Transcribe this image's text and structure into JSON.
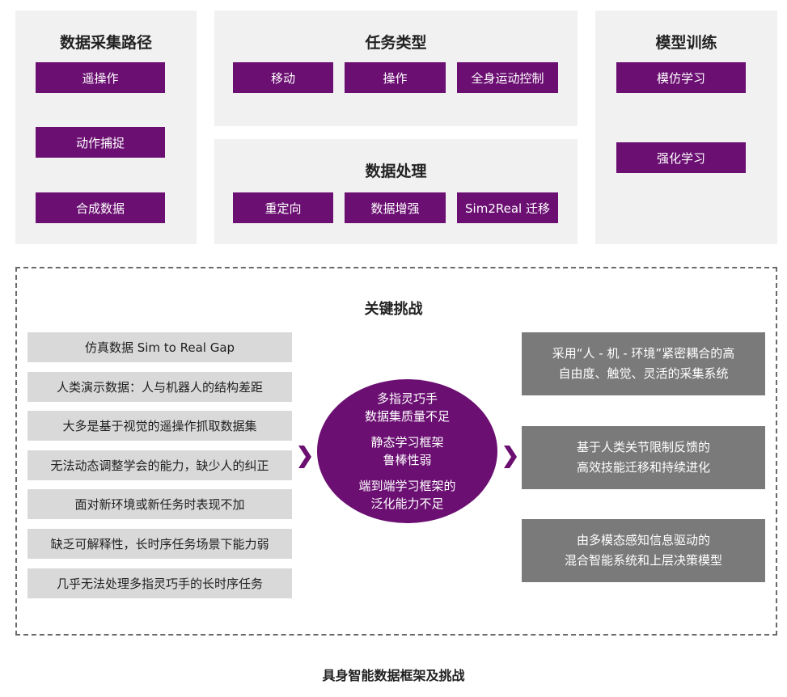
{
  "collection": {
    "title": "数据采集路径",
    "items": [
      "遥操作",
      "动作捕捉",
      "合成数据"
    ]
  },
  "tasks": {
    "title": "任务类型",
    "items": [
      "移动",
      "操作",
      "全身运动控制"
    ]
  },
  "processing": {
    "title": "数据处理",
    "items": [
      "重定向",
      "数据增强",
      "Sim2Real 迁移"
    ]
  },
  "training": {
    "title": "模型训练",
    "items": [
      "模仿学习",
      "强化学习"
    ]
  },
  "challenges": {
    "title": "关键挑战",
    "left": [
      "仿真数据 Sim to Real Gap",
      "人类演示数据：人与机器人的结构差距",
      "大多是基于视觉的遥操作抓取数据集",
      "无法动态调整学会的能力，缺少人的纠正",
      "面对新环境或新任务时表现不加",
      "缺乏可解释性，长时序任务场景下能力弱",
      "几乎无法处理多指灵巧手的长时序任务"
    ],
    "center": [
      {
        "line1": "多指灵巧手",
        "line2": "数据集质量不足"
      },
      {
        "line1": "静态学习框架",
        "line2": "鲁棒性弱"
      },
      {
        "line1": "端到端学习框架的",
        "line2": "泛化能力不足"
      }
    ],
    "right": [
      {
        "line1": "采用“人 - 机 - 环境”紧密耦合的高",
        "line2": "自由度、触觉、灵活的采集系统"
      },
      {
        "line1": "基于人类关节限制反馈的",
        "line2": "高效技能迁移和持续进化"
      },
      {
        "line1": "由多模态感知信息驱动的",
        "line2": "混合智能系统和上层决策模型"
      }
    ]
  },
  "caption": "具身智能数据框架及挑战",
  "colors": {
    "accent": "#6b0f72",
    "panel": "#f1f1f2",
    "left_box": "#d9d9d9",
    "right_box": "#7a7a7a"
  }
}
